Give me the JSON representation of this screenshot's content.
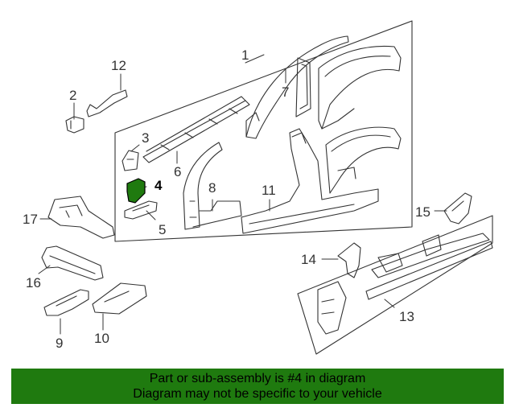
{
  "callouts": {
    "c1": "1",
    "c2": "2",
    "c3": "3",
    "c4": "4",
    "c5": "5",
    "c6": "6",
    "c7": "7",
    "c8": "8",
    "c9": "9",
    "c10": "10",
    "c11": "11",
    "c12": "12",
    "c13": "13",
    "c14": "14",
    "c15": "15",
    "c16": "16",
    "c17": "17"
  },
  "highlight": {
    "part": "4",
    "color": "#1f7a0f"
  },
  "banner": {
    "line1": "Part or sub-assembly is #4 in diagram",
    "line2": "Diagram may not be specific to your vehicle",
    "background": "#1f7a0f"
  }
}
